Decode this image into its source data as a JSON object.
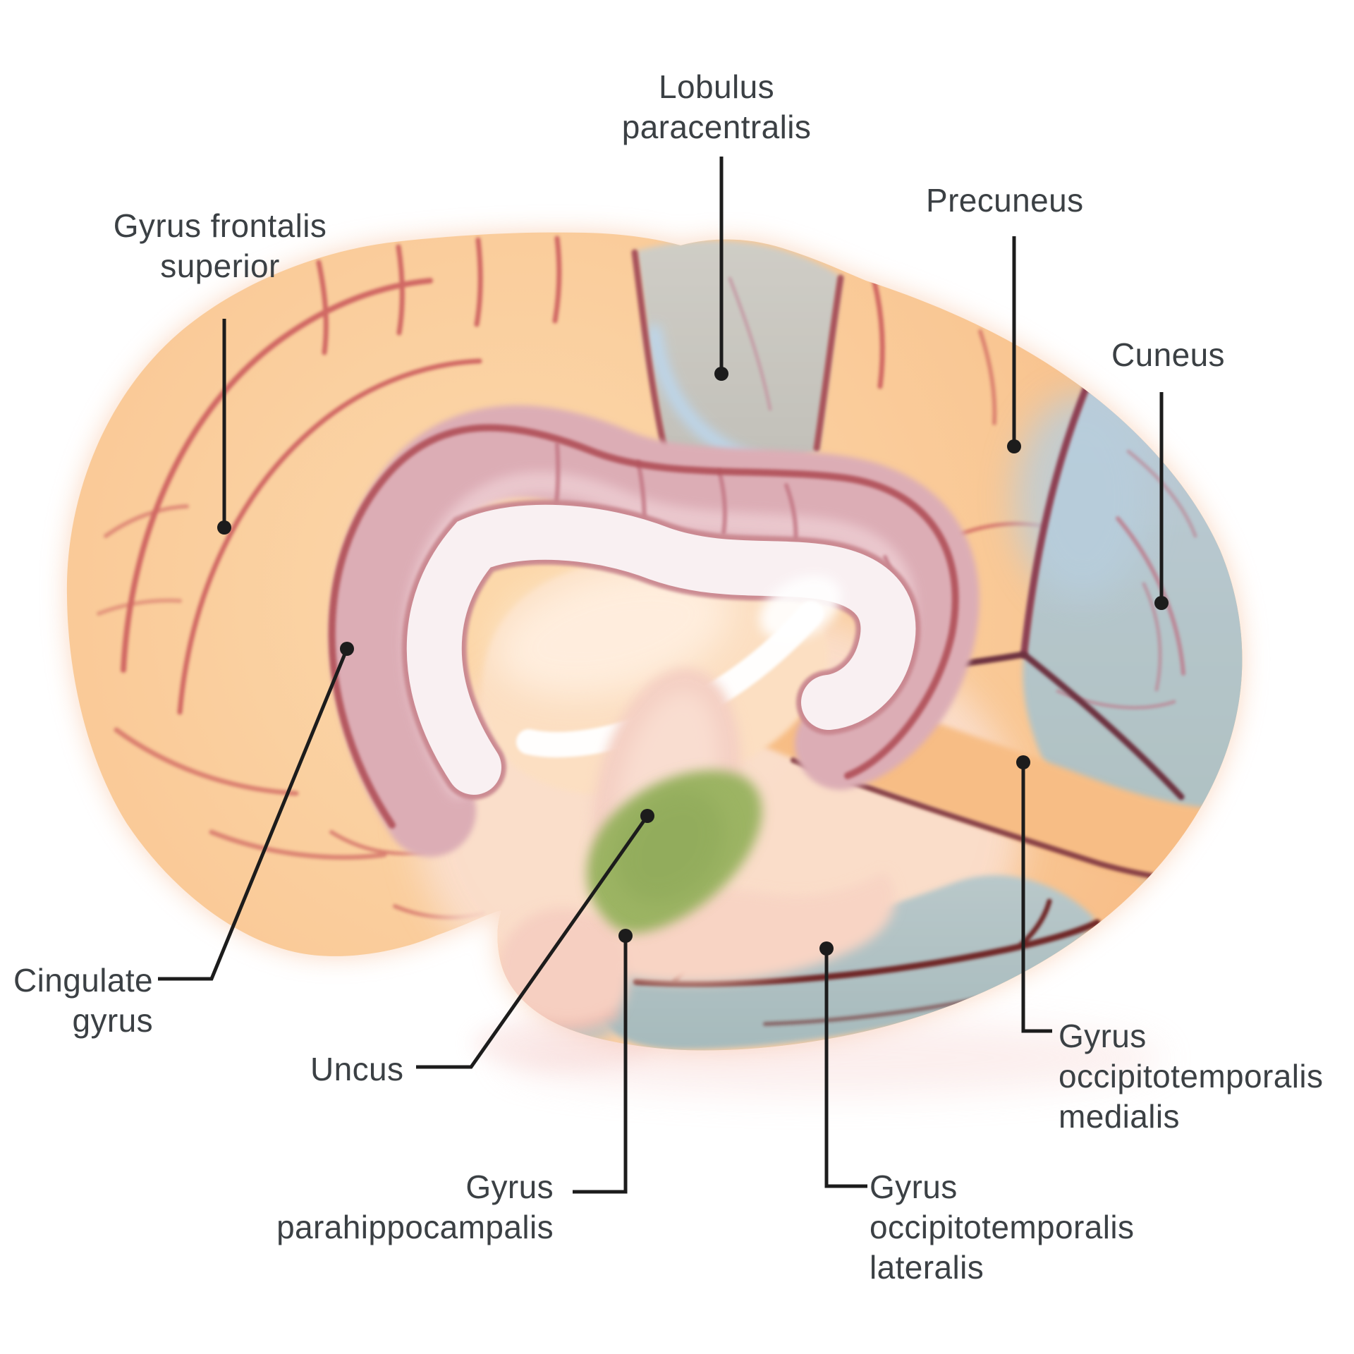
{
  "figure": {
    "kind": "anatomical-diagram",
    "view": "medial surface of the cerebrum"
  },
  "labels": [
    {
      "id": "gyrus-frontalis-superior",
      "text": "Gyrus frontalis\nsuperior"
    },
    {
      "id": "lobulus-paracentralis",
      "text": "Lobulus\nparacentralis"
    },
    {
      "id": "precuneus",
      "text": "Precuneus"
    },
    {
      "id": "cuneus",
      "text": "Cuneus"
    },
    {
      "id": "cingulate-gyrus",
      "text": "Cingulate\ngyrus"
    },
    {
      "id": "uncus",
      "text": "Uncus"
    },
    {
      "id": "gyrus-parahippocampalis",
      "text": "Gyrus\nparahippocampalis"
    },
    {
      "id": "gyrus-occipitotemporalis-medialis",
      "text": "Gyrus\noccipitotemporalis\nmedialis"
    },
    {
      "id": "gyrus-occipitotemporalis-lateralis",
      "text": "Gyrus\noccipitotemporalis\nlateralis"
    }
  ],
  "colors": {
    "background": "#ffffff",
    "label_text": "#3b4044",
    "leader_line": "#1c1c1c",
    "cortex_light": "#fcd9ac",
    "cortex_mid": "#f8c692",
    "cortex_deep": "#f2a677",
    "sulcus_frontal": "#c9575a",
    "paracentral_lobule": "#c9c7c0",
    "paracentral_blue": "#bcd7ee",
    "cingulate_gyrus": "#dcadb5",
    "cingulate_highlight": "#edccd2",
    "cingulate_sulcus": "#b2525c",
    "corpus_callosum_rim": "#c9868f",
    "corpus_callosum": "#f9f0f2",
    "inner_peach": "#fcdfc2",
    "fornix_white": "#ffffff",
    "thalamus": "#f4cfc3",
    "uncus_green": "#9cb464",
    "parahippocampal_pink": "#f8d4c4",
    "temporal_pole": "#f6cfc1",
    "occipital_gray_blue": "#b4c6d2",
    "temporal_gray": "#aebfc0",
    "occipitotemporal_band": "#f7bd85",
    "sulcus_dark_maroon": "#702628",
    "parietooccipital_sulcus": "#8e4152"
  }
}
